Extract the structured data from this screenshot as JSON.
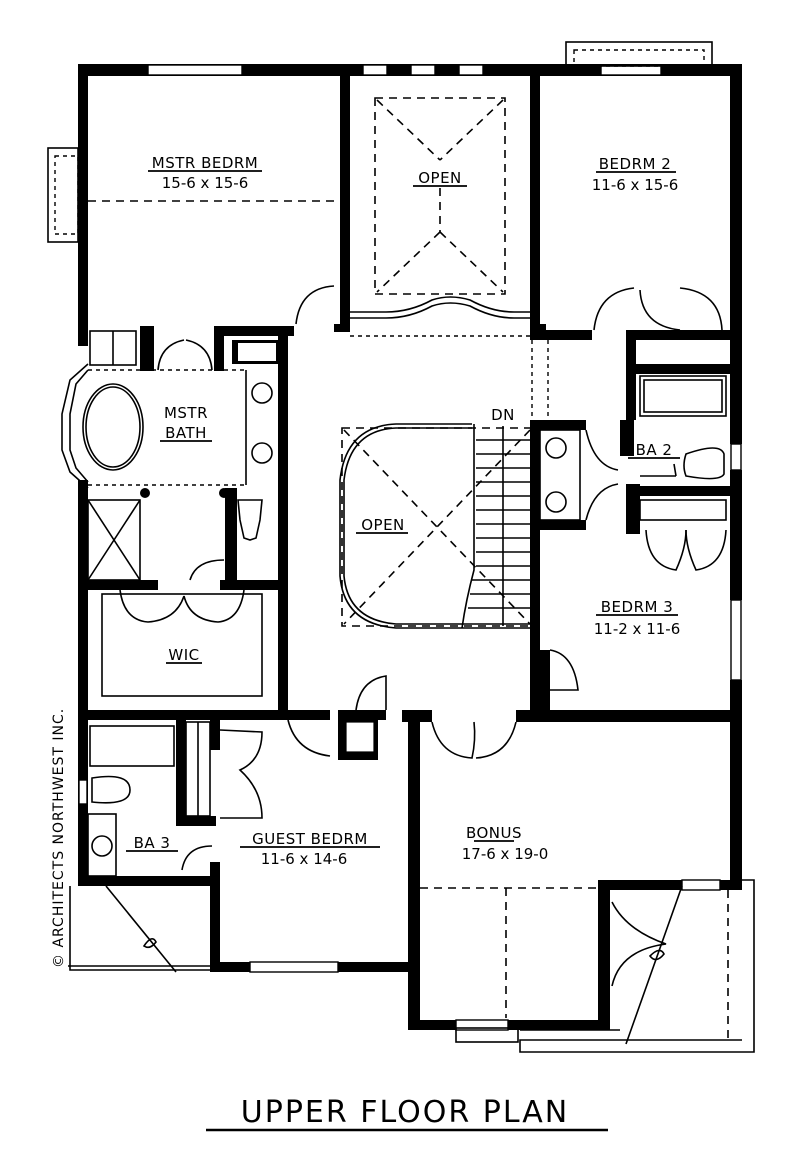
{
  "plan": {
    "title": "UPPER FLOOR PLAN",
    "copyright": "© ARCHITECTS NORTHWEST INC.",
    "colors": {
      "ink": "#000000",
      "paper": "#ffffff"
    }
  },
  "rooms": {
    "master_bedroom": {
      "name": "MSTR BEDRM",
      "size": "15-6 x 15-6"
    },
    "open_upper": {
      "name": "OPEN"
    },
    "bedroom_2": {
      "name": "BEDRM 2",
      "size": "11-6 x 15-6"
    },
    "master_bath": {
      "name_line1": "MSTR",
      "name_line2": "BATH"
    },
    "open_stair": {
      "name": "OPEN"
    },
    "stair": {
      "label": "DN"
    },
    "bath_2": {
      "name": "BA 2"
    },
    "bedroom_3": {
      "name": "BEDRM 3",
      "size": "11-2 x 11-6"
    },
    "walk_in_closet": {
      "name": "WIC"
    },
    "bath_3": {
      "name": "BA 3"
    },
    "guest_bedroom": {
      "name": "GUEST BEDRM",
      "size": "11-6 x 14-6"
    },
    "bonus": {
      "name": "BONUS",
      "size": "17-6 x 19-0"
    }
  }
}
